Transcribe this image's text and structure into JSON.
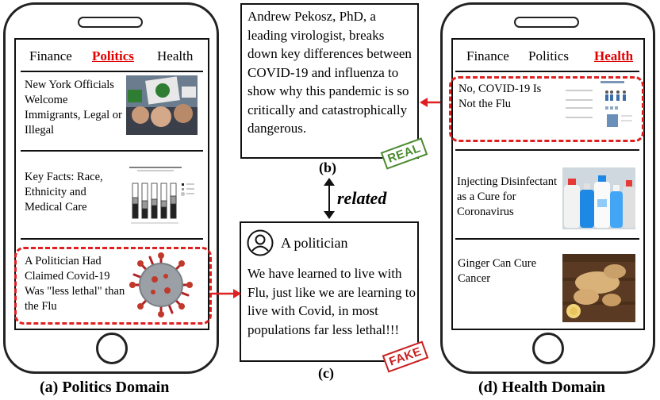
{
  "left_phone": {
    "tabs": [
      "Finance",
      "Politics",
      "Health"
    ],
    "active_tab": "Politics",
    "news": [
      "New York Officials Welcome Immigrants, Legal or Illegal",
      "Key Facts: Race, Ethnicity and Medical Care",
      "A Politician Had Claimed Covid-19 Was \"less lethal\" than the Flu"
    ],
    "caption": "(a) Politics Domain"
  },
  "right_phone": {
    "tabs": [
      "Finance",
      "Politics",
      "Health"
    ],
    "active_tab": "Health",
    "news": [
      "No, COVID-19 Is Not the Flu",
      "Injecting Disinfectant as a Cure for Coronavirus",
      "Ginger Can Cure Cancer"
    ],
    "caption": "(d) Health Domain"
  },
  "real_post": {
    "text": "Andrew Pekosz, PhD, a leading virologist, breaks down key differences between COVID-19 and influenza to show why this pandemic is so critically and catastrophically dangerous.",
    "stamp": "REAL",
    "label": "(b)"
  },
  "relation": {
    "text": "related"
  },
  "fake_post": {
    "author": "A politician",
    "text": "We have learned to live with Flu, just like we are learning to live with Covid, in most populations far less lethal!!!",
    "stamp": "FAKE",
    "label": "(c)"
  },
  "colors": {
    "highlight": "#e02020",
    "real": "#4a8a2c",
    "fake": "#c81e1e"
  },
  "icons": [
    "person-icon",
    "virus-image",
    "protest-image",
    "bar-chart-image",
    "infographic-image",
    "bottles-image",
    "ginger-image"
  ]
}
